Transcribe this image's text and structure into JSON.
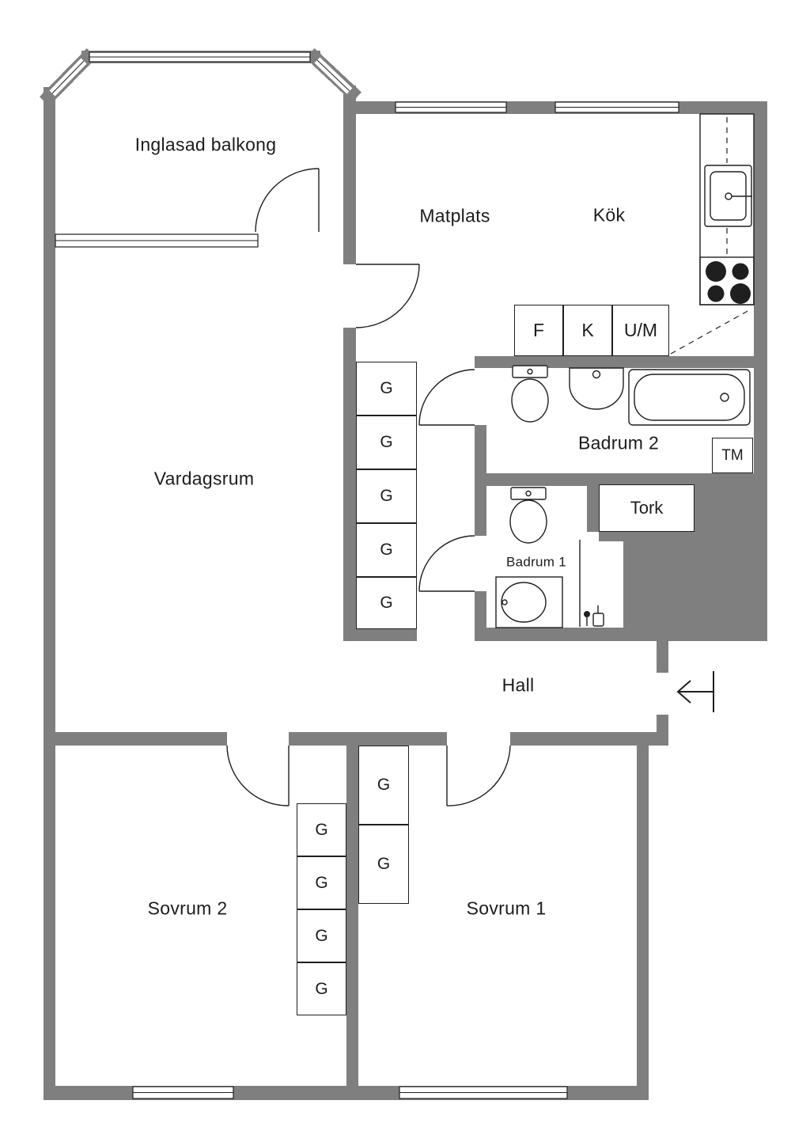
{
  "colors": {
    "wall": "#7f7f7f",
    "line": "#1f1f1f",
    "text": "#1c1c1c",
    "background": "#ffffff"
  },
  "rooms": {
    "balcony": "Inglasad balkong",
    "dining": "Matplats",
    "kitchen": "Kök",
    "living": "Vardagsrum",
    "bathroom2": "Badrum 2",
    "drying": "Tork",
    "bathroom1": "Badrum 1",
    "hall": "Hall",
    "bedroom2": "Sovrum 2",
    "bedroom1": "Sovrum 1"
  },
  "labels": {
    "fridge": "F",
    "freezer": "K",
    "oven_micro": "U/M",
    "washing_machine": "TM",
    "wardrobe": "G"
  }
}
